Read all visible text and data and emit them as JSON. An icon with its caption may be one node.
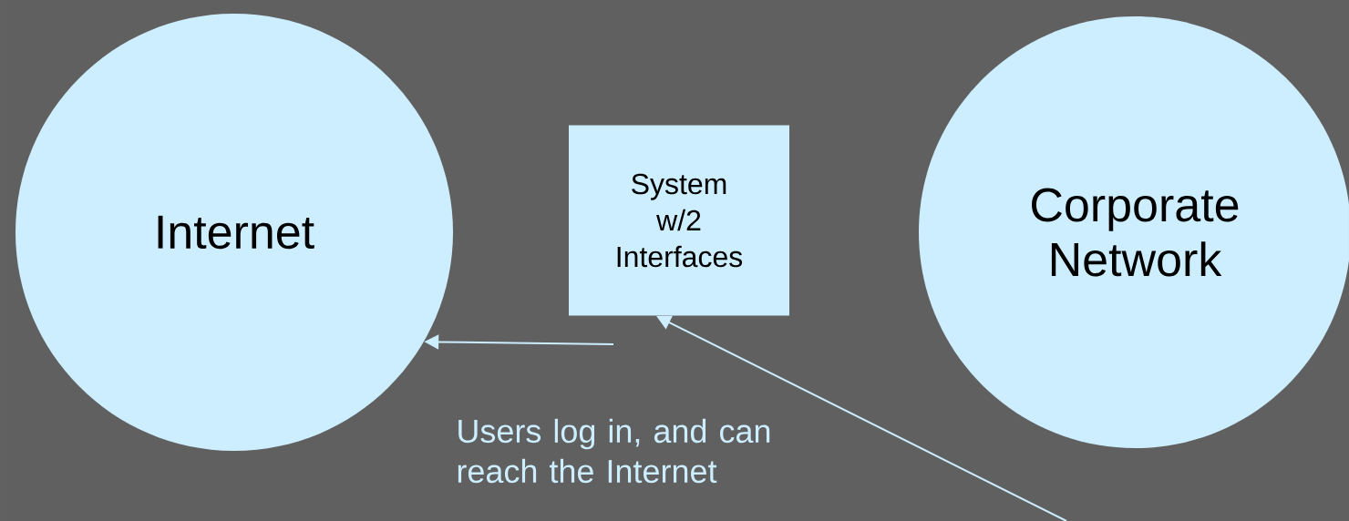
{
  "diagram": {
    "nodes": [
      {
        "text": [
          "Internet"
        ]
      },
      {
        "text": [
          "System w/2 Interfaces"
        ]
      },
      {
        "text": [
          "Corporate Network"
        ]
      }
    ],
    "edges": [
      {
        "from": null,
        "to": 0,
        "arrow": "to"
      },
      {
        "from": null,
        "to": 1,
        "arrow": "to"
      }
    ],
    "labels": [
      "Users log in, and can reach the Internet"
    ]
  }
}
